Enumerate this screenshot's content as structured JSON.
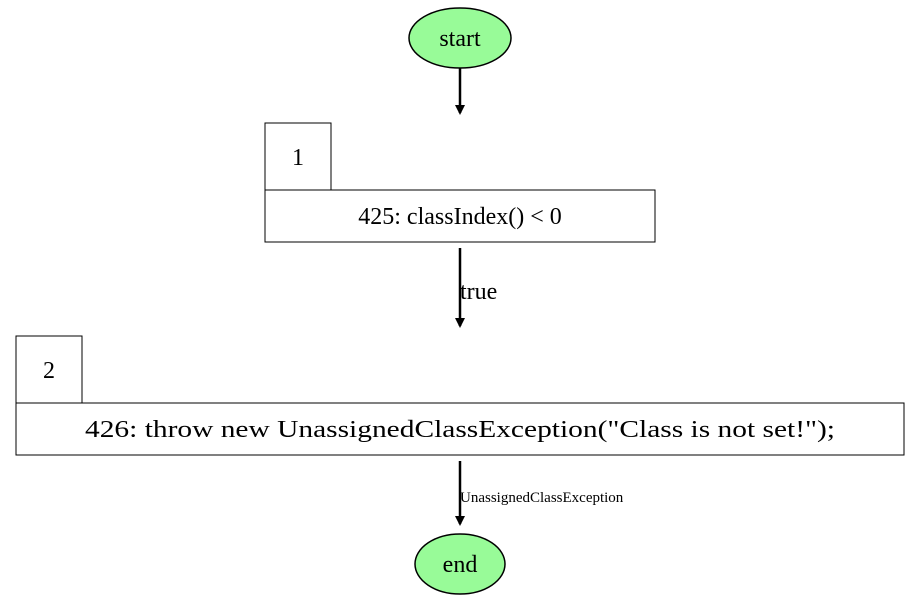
{
  "colors": {
    "terminal_fill": "#98fb98",
    "stroke": "#000000",
    "box_fill": "#ffffff"
  },
  "nodes": {
    "start": {
      "label": "start"
    },
    "block1": {
      "id_label": "1",
      "statement": "425: classIndex() < 0"
    },
    "block2": {
      "id_label": "2",
      "statement": "426: throw new UnassignedClassException(\"Class is not set!\");"
    },
    "end": {
      "label": "end"
    }
  },
  "edges": {
    "start_to_1": {
      "label": ""
    },
    "one_to_2": {
      "label": "true"
    },
    "two_to_end": {
      "label": "UnassignedClassException"
    }
  }
}
